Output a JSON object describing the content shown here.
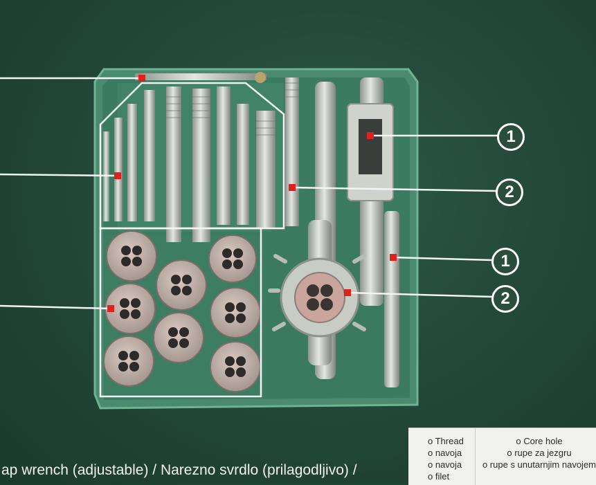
{
  "callouts": {
    "tap_wrench_1": "1",
    "tap_wrench_2": "2",
    "die_holder_1": "1",
    "die_holder_2": "2"
  },
  "caption": "ap wrench (adjustable) / Narezno svrdlo (prilagodljivo) /",
  "legend": {
    "left": [
      "o Thread",
      "o navoja",
      "o navoja",
      "o filet"
    ],
    "right": [
      "o Core hole",
      "o rupe za jezgru",
      "o rupe s unutarnjim navojem"
    ]
  }
}
